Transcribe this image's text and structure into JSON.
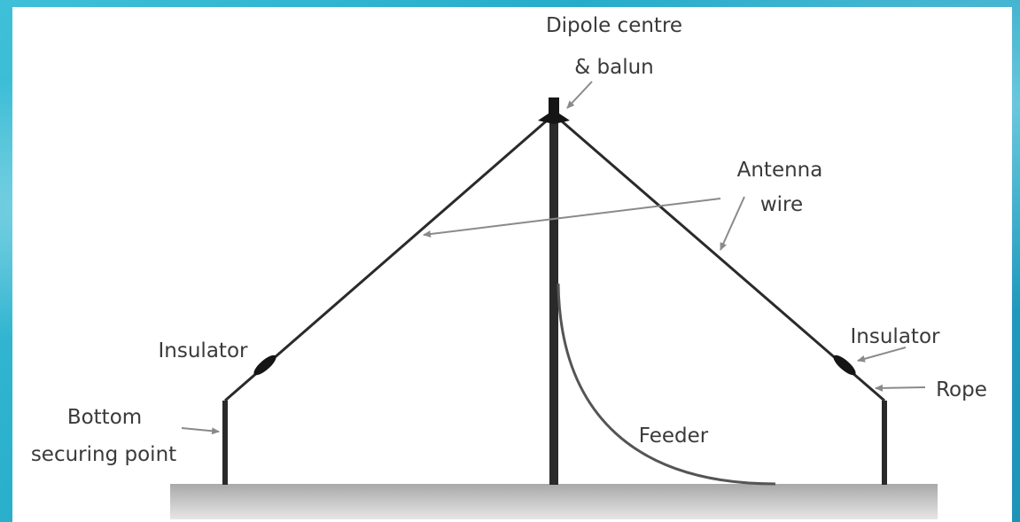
{
  "labels": {
    "dipole_centre_line1": "Dipole centre",
    "dipole_centre_line2": "& balun",
    "antenna_wire_line1": "Antenna",
    "antenna_wire_line2": "wire",
    "insulator_left": "Insulator",
    "insulator_right": "Insulator",
    "rope": "Rope",
    "bottom_securing_line1": "Bottom",
    "bottom_securing_line2": "securing point",
    "feeder": "Feeder"
  },
  "colors": {
    "background_accent": "#22a9c8",
    "line": "#2a2a2a",
    "pointer": "#8a8a8a",
    "ground": "#b8b8b8"
  }
}
